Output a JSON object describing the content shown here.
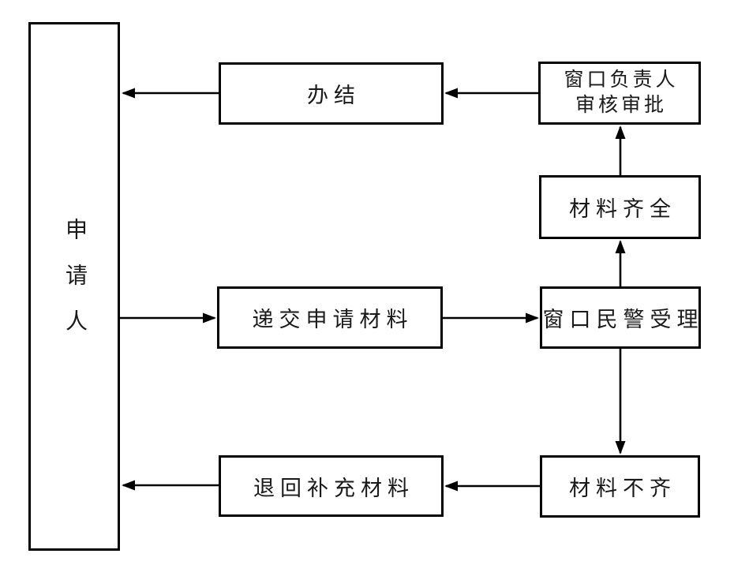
{
  "diagram": {
    "nodes": {
      "applicant": {
        "label": "申请人"
      },
      "complete": {
        "label": "办结"
      },
      "supervisor_review": {
        "line1": "窗口负责人",
        "line2": "审核审批"
      },
      "materials_complete": {
        "label": "材料齐全"
      },
      "submit_application": {
        "label": "递交申请材料"
      },
      "window_acceptance": {
        "label": "窗口民警受理"
      },
      "return_supplement": {
        "label": "退回补充材料"
      },
      "materials_incomplete": {
        "label": "材料不齐"
      }
    },
    "edges": [
      {
        "from": "applicant",
        "to": "submit_application"
      },
      {
        "from": "submit_application",
        "to": "window_acceptance"
      },
      {
        "from": "window_acceptance",
        "to": "materials_complete"
      },
      {
        "from": "materials_complete",
        "to": "supervisor_review"
      },
      {
        "from": "supervisor_review",
        "to": "complete"
      },
      {
        "from": "complete",
        "to": "applicant"
      },
      {
        "from": "window_acceptance",
        "to": "materials_incomplete"
      },
      {
        "from": "materials_incomplete",
        "to": "return_supplement"
      },
      {
        "from": "return_supplement",
        "to": "applicant"
      }
    ],
    "colors": {
      "border": "#000000",
      "background": "#ffffff",
      "text": "#1a1a1a"
    }
  }
}
